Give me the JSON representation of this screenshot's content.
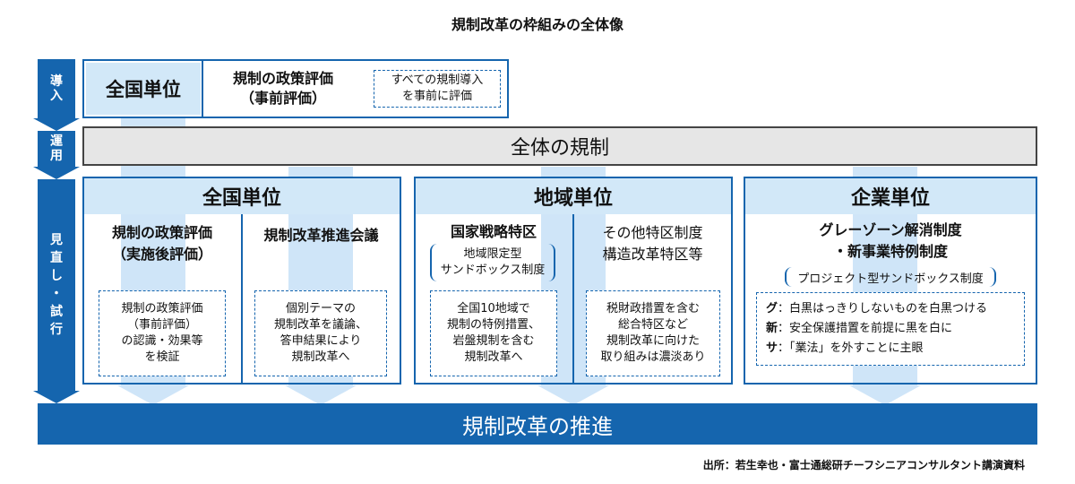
{
  "title": "規制改革の枠組みの全体像",
  "stages": {
    "introduce": [
      "導",
      "入"
    ],
    "operate": [
      "運",
      "用"
    ],
    "review": [
      "見",
      "直",
      "し",
      "・",
      "試",
      "行"
    ]
  },
  "introduce_row": {
    "unit": "全国単位",
    "policy_line1": "規制の政策評価",
    "policy_line2": "（事前評価）",
    "note_line1": "すべての規制導入",
    "note_line2": "を事前に評価"
  },
  "overall": "全体の規制",
  "national": {
    "header": "全国単位",
    "left_title1": "規制の政策評価",
    "left_title2": "（実施後評価）",
    "left_note": [
      "規制の政策評価",
      "（事前評価）",
      "の認識・効果等",
      "を検証"
    ],
    "right_title": "規制改革推進会議",
    "right_note": [
      "個別テーマの",
      "規制改革を議論、",
      "答申結果により",
      "規制改革へ"
    ]
  },
  "regional": {
    "header": "地域単位",
    "left_title": "国家戦略特区",
    "left_sub1": "地域限定型",
    "left_sub2": "サンドボックス制度",
    "left_note": [
      "全国10地域で",
      "規制の特例措置、",
      "岩盤規制を含む",
      "規制改革へ"
    ],
    "right_title1": "その他特区制度",
    "right_title2": "構造改革特区等",
    "right_note": [
      "税財政措置を含む",
      "総合特区など",
      "規制改革に向けた",
      "取り組みは濃淡あり"
    ]
  },
  "corporate": {
    "header": "企業単位",
    "title1": "グレーゾーン解消制度",
    "title2": "・新事業特例制度",
    "sub": "プロジェクト型サンドボックス制度",
    "lines": [
      {
        "key": "グ",
        "text": "：白黒はっきりしないものを白黒つける"
      },
      {
        "key": "新",
        "text": "：安全保護措置を前提に黒を白に"
      },
      {
        "key": "サ",
        "text": "：「業法」を外すことに主眼"
      }
    ]
  },
  "promotion": "規制改革の推進",
  "source": "出所：若生幸也・富士通総研チーフシニアコンサルタント講演資料",
  "colors": {
    "primary": "#1565ae",
    "light": "#d2e8f8",
    "gray": "#e6e6e6"
  }
}
